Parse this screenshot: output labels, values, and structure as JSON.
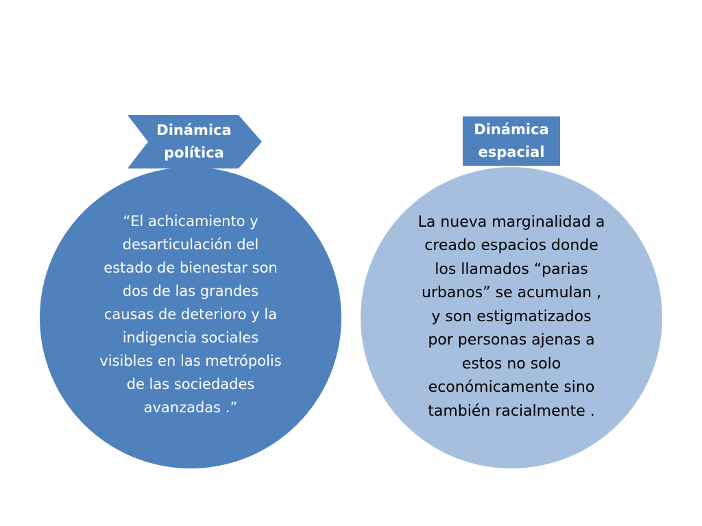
{
  "slide": {
    "left_node": {
      "label": "Dinámica\npolítica",
      "text": "“El achicamiento y\ndesarticulación del\nestado de bienestar son\ndos de las grandes\ncausas de deterioro y la\nindigencia sociales\nvisibles en las metrópolis\nde las sociedades\navanzadas .”"
    },
    "right_node": {
      "label": "Dinámica\nespacial",
      "text": "La nueva marginalidad a\ncreado espacios donde\nlos llamados “parias\nurbanos”  se acumulan ,\ny son estigmatizados\npor personas ajenas a\nestos no solo\neconómicamente sino\ntambién racialmente ."
    }
  },
  "colors": {
    "dark_blue": "#4f81bd",
    "light_blue": "#a7bfde",
    "background": "#ffffff"
  }
}
